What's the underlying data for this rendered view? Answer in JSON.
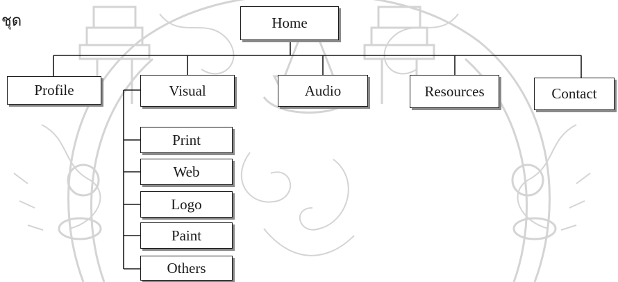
{
  "corner_text": "ชุด",
  "diagram": {
    "root": "Home",
    "sections": [
      "Profile",
      "Visual",
      "Audio",
      "Resources",
      "Contact"
    ],
    "visual_children": [
      "Print",
      "Web",
      "Logo",
      "Paint",
      "Others"
    ]
  },
  "colors": {
    "line": "#1a1a1a",
    "shadow": "#8a8a8a",
    "watermark": "#d4d4d4"
  }
}
